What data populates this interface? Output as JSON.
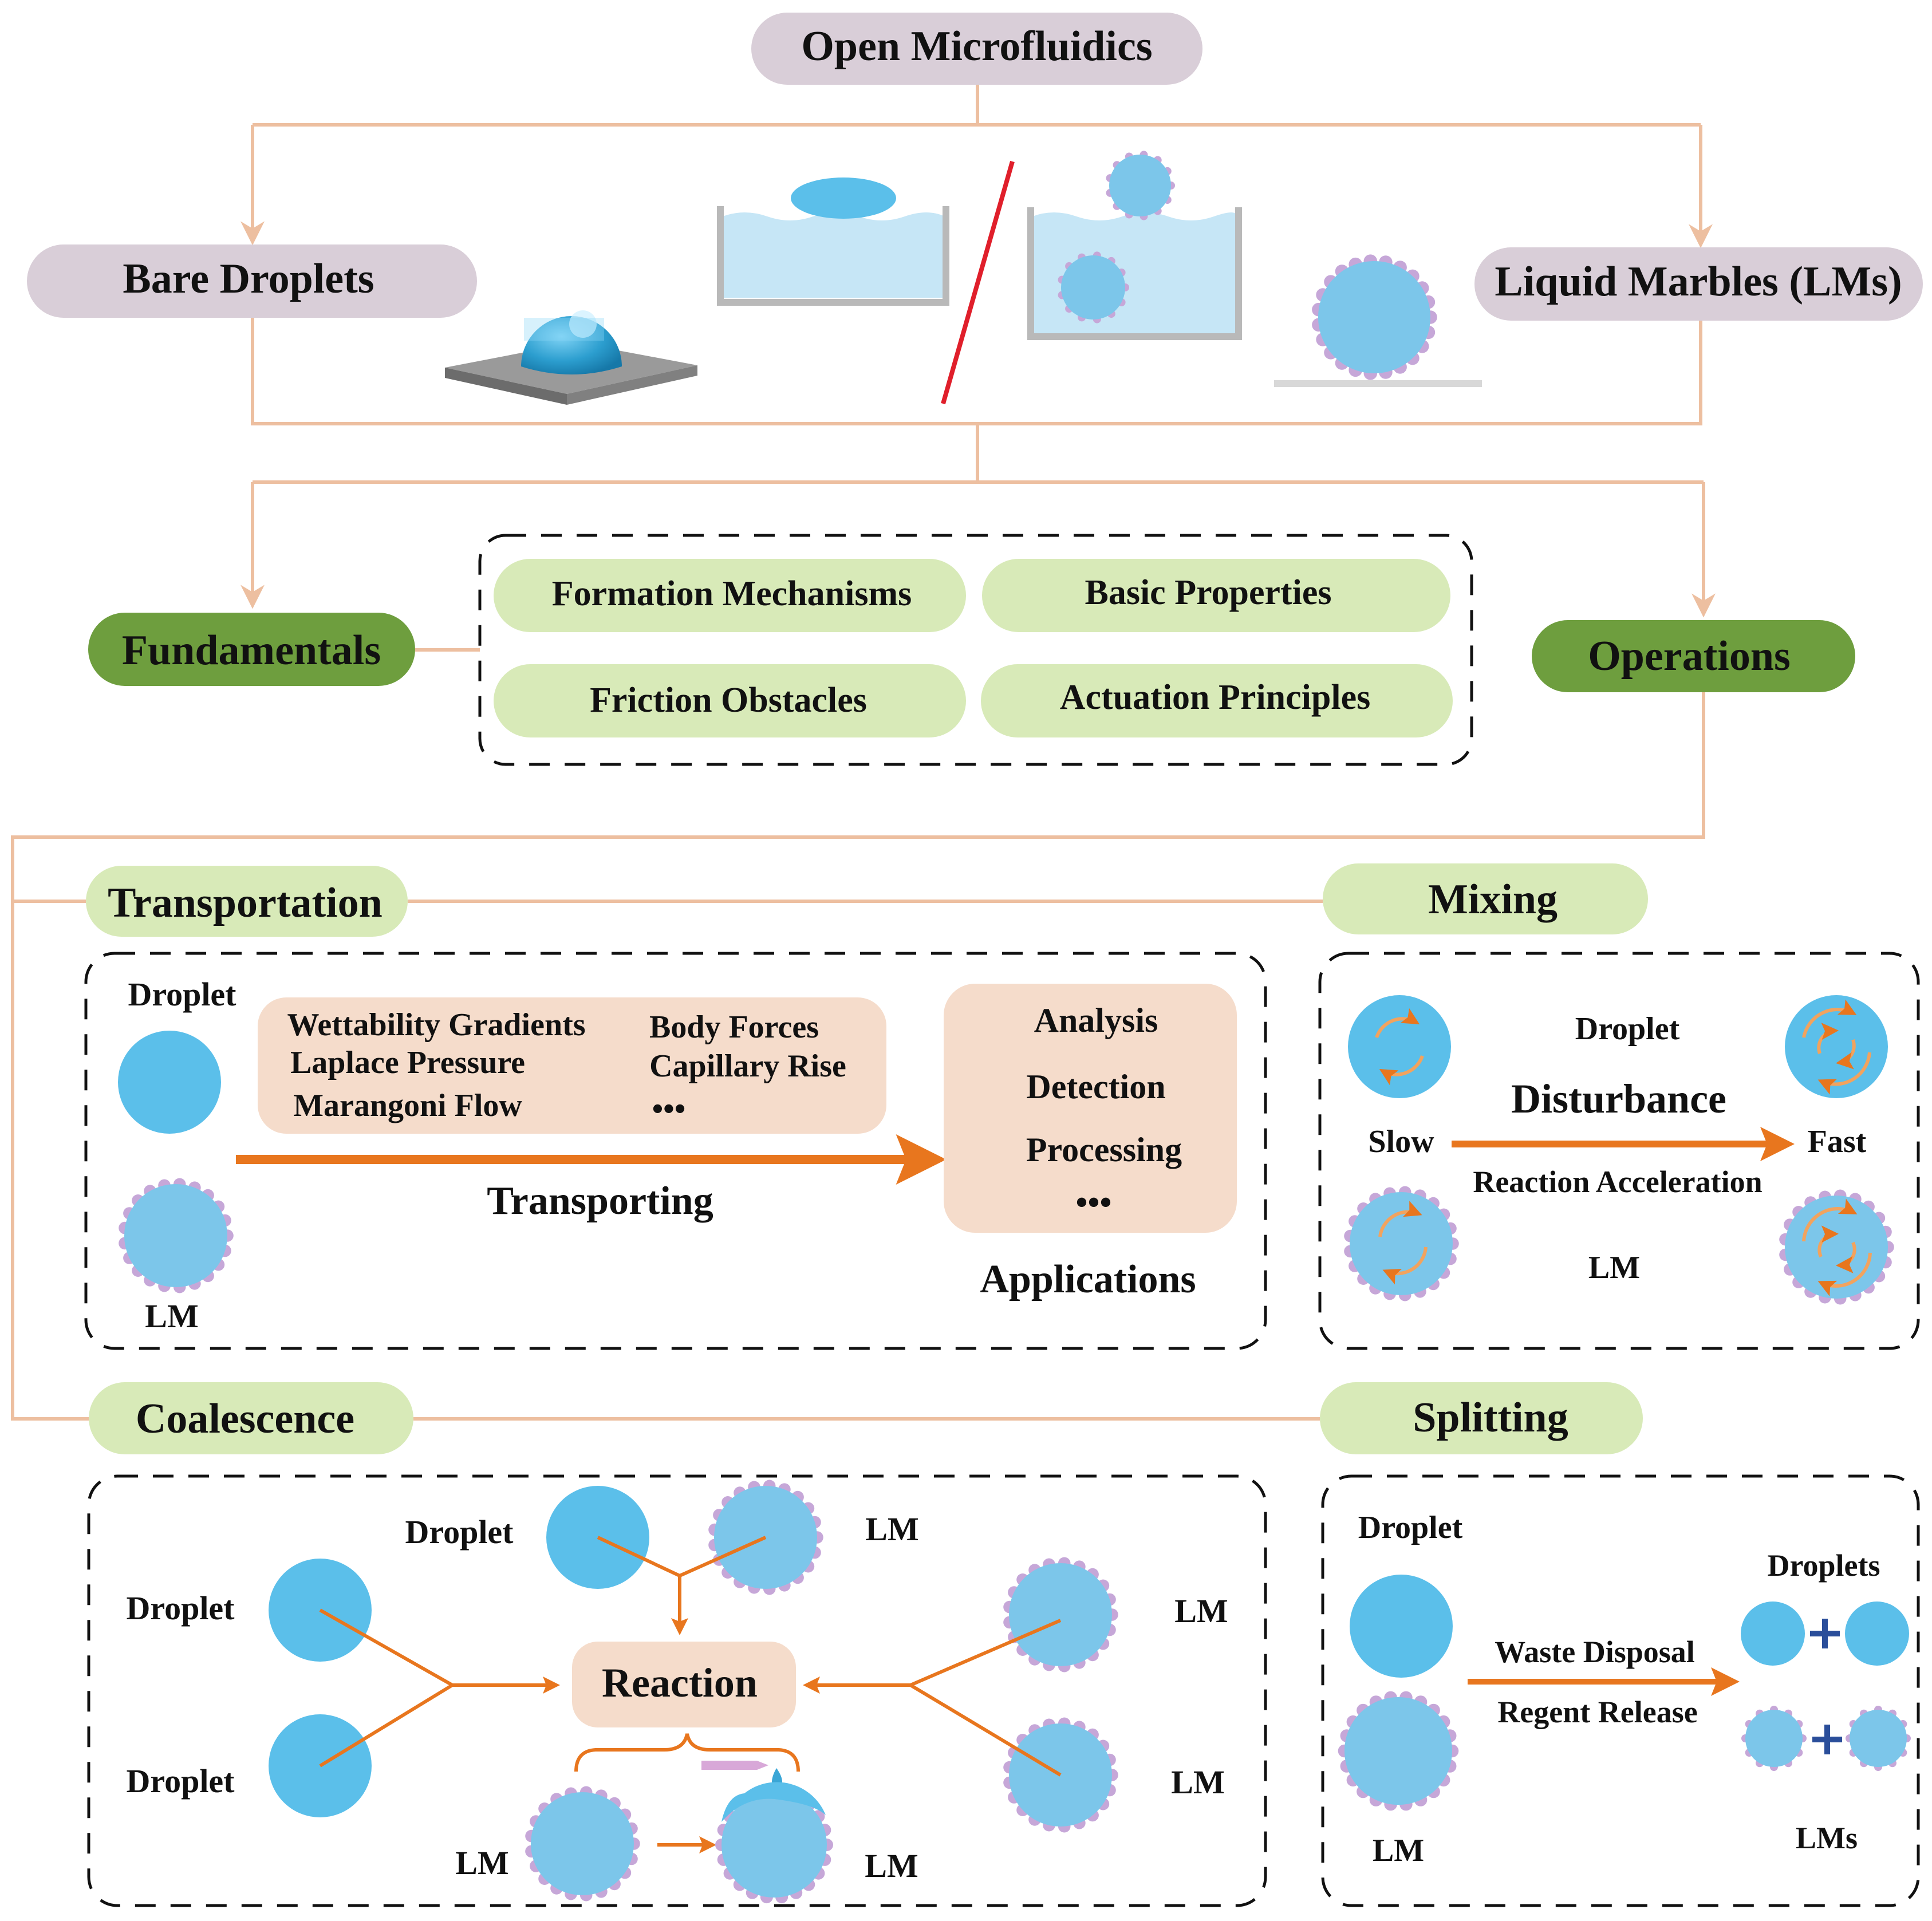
{
  "colors": {
    "connector": "#EDBFA0",
    "arrow_orange": "#E8761E",
    "droplet": "#5BBFEA",
    "marble_body": "#7CC6EA",
    "marble_particle": "#C6A7D8",
    "gray_pill": "#D9CED8",
    "dark_green": "#6E9E3E",
    "light_green": "#D8EAB8",
    "peach": "#F5DCCB",
    "water": "#C6E6F6",
    "red_slash": "#E01F2B",
    "substrate": "#9A9A9A"
  },
  "icons": [
    "droplet-icon",
    "liquid-marble-icon",
    "water-trough-icon",
    "mixing-swirl-icon",
    "pipette-icon",
    "plus-icon"
  ],
  "top": {
    "title": "Open Microfluidics",
    "left": "Bare Droplets",
    "right": "Liquid Marbles (LMs)"
  },
  "middle": {
    "fundamentals": "Fundamentals",
    "operations": "Operations",
    "chips": [
      "Formation Mechanisms",
      "Basic Properties",
      "Friction Obstacles",
      "Actuation Principles"
    ]
  },
  "transportation": {
    "header": "Transportation",
    "droplet_label": "Droplet",
    "lm_label": "LM",
    "forces": [
      "Wettability Gradients",
      "Laplace Pressure",
      "Marangoni Flow",
      "Body Forces",
      "Capillary Rise",
      "•••"
    ],
    "arrow_label": "Transporting",
    "apps": [
      "Analysis",
      "Detection",
      "Processing",
      "•••"
    ],
    "apps_label": "Applications"
  },
  "mixing": {
    "header": "Mixing",
    "droplet_label": "Droplet",
    "disturbance": "Disturbance",
    "slow": "Slow",
    "fast": "Fast",
    "acceleration": "Reaction Acceleration",
    "lm_label": "LM"
  },
  "coalescence": {
    "header": "Coalescence",
    "top_droplet": "Droplet",
    "top_lm": "LM",
    "left_droplet_1": "Droplet",
    "left_droplet_2": "Droplet",
    "right_lm_1": "LM",
    "right_lm_2": "LM",
    "reaction": "Reaction",
    "bottom_lm_left": "LM",
    "bottom_lm_right": "LM"
  },
  "splitting": {
    "header": "Splitting",
    "droplet_label": "Droplet",
    "lm_label": "LM",
    "waste": "Waste Disposal",
    "release": "Regent Release",
    "droplets_label": "Droplets",
    "lms_label": "LMs"
  }
}
